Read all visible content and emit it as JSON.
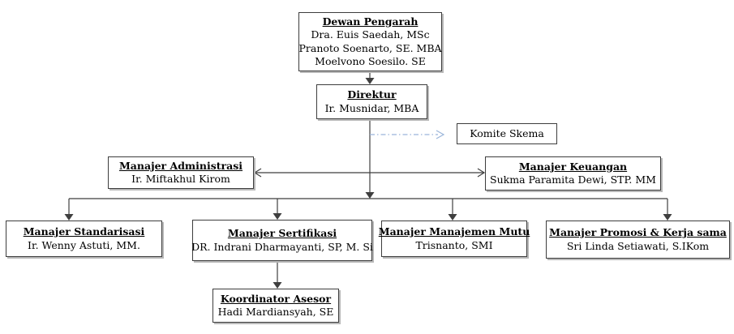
{
  "diagram": {
    "type": "organizational-chart",
    "colors": {
      "connector": "#3f3f3f",
      "dashed_connector": "#9ab5d9",
      "box_border": "#3d3d3d",
      "box_shadow": "#b8b8b8"
    }
  },
  "nodes": {
    "dewan_pengarah": {
      "title": "Dewan Pengarah",
      "members": [
        "Dra. Euis Saedah, MSc",
        "Pranoto Soenarto, SE. MBA",
        "Moelvono Soesilo. SE"
      ]
    },
    "direktur": {
      "title": "Direktur",
      "members": [
        "Ir. Musnidar, MBA"
      ]
    },
    "komite_skema": {
      "title": "Komite Skema"
    },
    "manajer_administrasi": {
      "title": "Manajer Administrasi",
      "members": [
        "Ir. Miftakhul Kirom"
      ]
    },
    "manajer_keuangan": {
      "title": "Manajer Keuangan",
      "members": [
        "Sukma Paramita Dewi, STP. MM"
      ]
    },
    "manajer_standarisasi": {
      "title": "Manajer Standarisasi",
      "members": [
        "Ir. Wenny Astuti, MM."
      ]
    },
    "manajer_sertifikasi": {
      "title": "Manajer Sertifikasi",
      "members": [
        "DR. Indrani Dharmayanti, SP, M. Si"
      ]
    },
    "manajer_manajemen_mutu": {
      "title": "Manajer Manajemen Mutu",
      "members": [
        "Trisnanto, SMI"
      ]
    },
    "manajer_promosi_kerja_sama": {
      "title": "Manajer Promosi & Kerja sama",
      "members": [
        "Sri Linda Setiawati, S.IKom"
      ]
    },
    "koordinator_asesor": {
      "title": "Koordinator Asesor",
      "members": [
        "Hadi Mardiansyah, SE"
      ]
    }
  }
}
